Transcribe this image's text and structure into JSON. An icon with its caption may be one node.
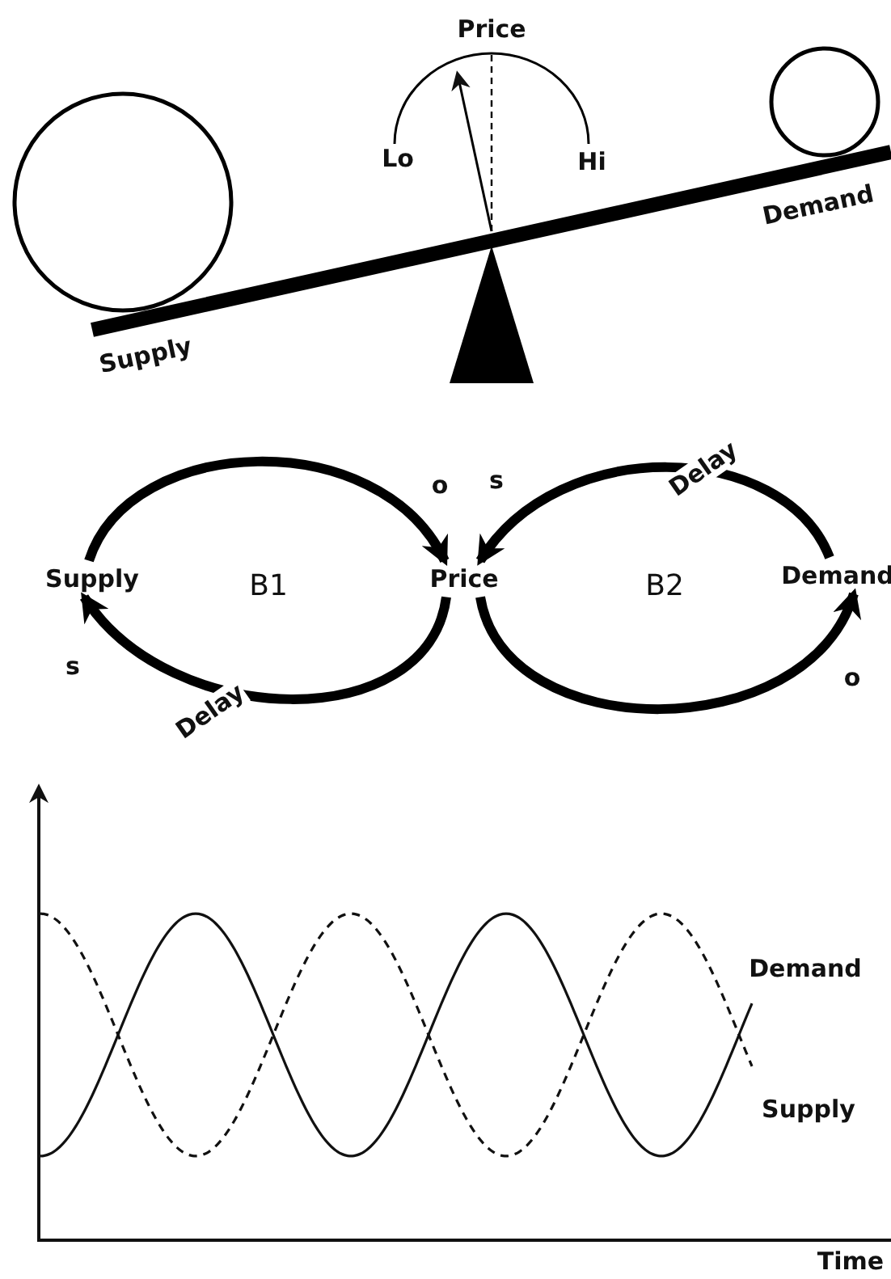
{
  "diagram": {
    "nodes": [
      {
        "text": [
          "Supply"
        ]
      },
      {
        "text": [
          "Price"
        ]
      },
      {
        "text": [
          "Demand"
        ]
      }
    ],
    "edges": [
      {
        "from": 0,
        "to": 1,
        "arrow": "to",
        "label": "o"
      },
      {
        "from": 2,
        "to": 1,
        "arrow": "to",
        "label": "Delay"
      },
      {
        "from": 1,
        "to": 0,
        "arrow": "to",
        "label": "Delay"
      },
      {
        "from": 1,
        "to": 2,
        "arrow": "to",
        "label": "o"
      }
    ],
    "labels": [
      "Price",
      "Lo",
      "Hi",
      "Demand",
      "Supply",
      "s",
      "B1",
      "B2",
      "s",
      "Demand",
      "Supply",
      "Time"
    ]
  }
}
